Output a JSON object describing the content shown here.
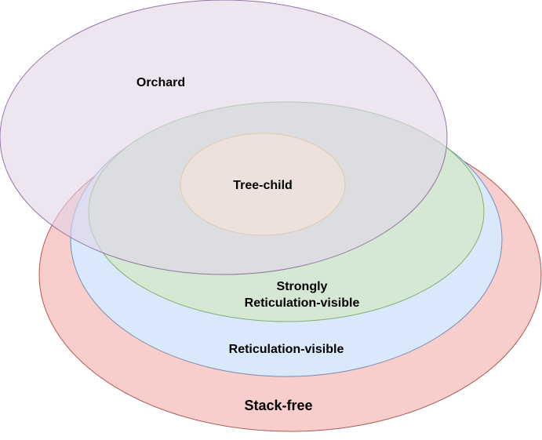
{
  "sets": {
    "stack_free": {
      "label": "Stack-free",
      "fill": "#f8cecc",
      "stroke": "#b85450"
    },
    "reticulation_visible": {
      "label": "Reticulation-visible",
      "fill": "#dae8fc",
      "stroke": "#6c8ebf"
    },
    "strongly_reticulation_visible": {
      "label_line1": "Strongly",
      "label_line2": "Reticulation-visible",
      "fill": "#d5e8d4",
      "stroke": "#82b366"
    },
    "tree_child": {
      "label": "Tree-child",
      "fill": "#fff2cc",
      "stroke": "#d6b656"
    },
    "orchard": {
      "label": "Orchard",
      "fill": "#e1d5e7",
      "stroke": "#9673a6"
    }
  }
}
